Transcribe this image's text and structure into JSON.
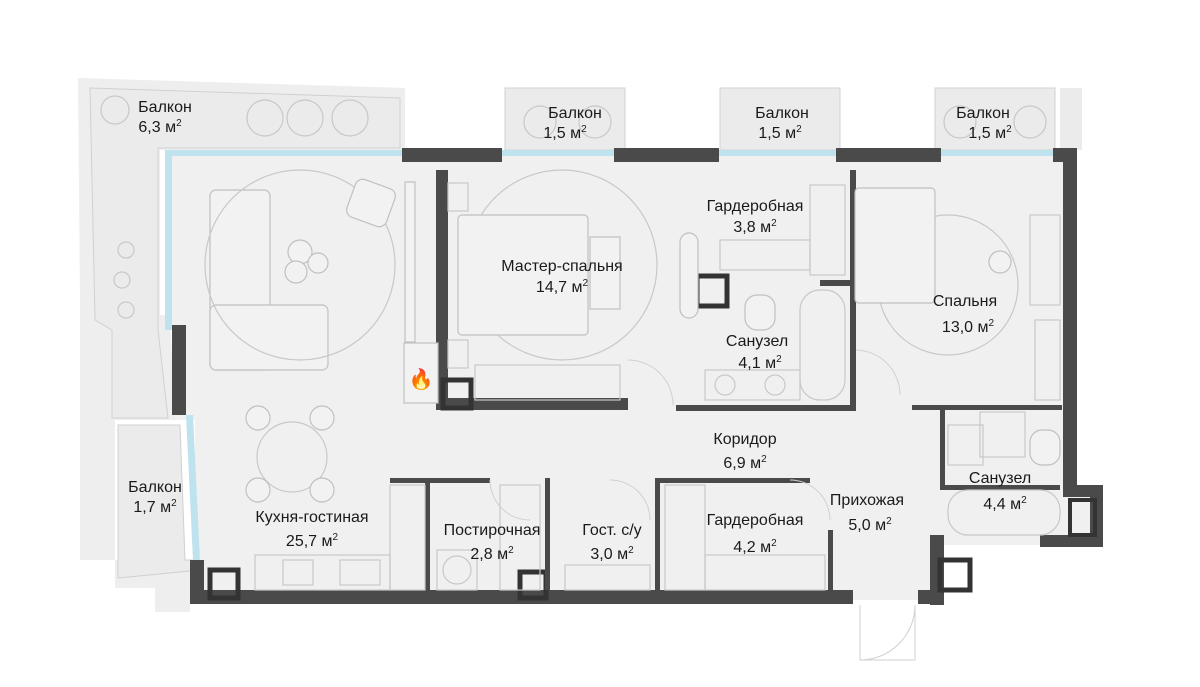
{
  "units": {
    "area_unit": "м",
    "exponent": "2"
  },
  "rooms": [
    {
      "id": "balcony-nw",
      "name": "Балкон",
      "area": "6,3"
    },
    {
      "id": "balcony-1",
      "name": "Балкон",
      "area": "1,5"
    },
    {
      "id": "balcony-2",
      "name": "Балкон",
      "area": "1,5"
    },
    {
      "id": "balcony-3",
      "name": "Балкон",
      "area": "1,5"
    },
    {
      "id": "balcony-w",
      "name": "Балкон",
      "area": "1,7"
    },
    {
      "id": "master-bedroom",
      "name": "Мастер-спальня",
      "area": "14,7"
    },
    {
      "id": "wardrobe-top",
      "name": "Гардеробная",
      "area": "3,8"
    },
    {
      "id": "bedroom",
      "name": "Спальня",
      "area": "13,0"
    },
    {
      "id": "bathroom-1",
      "name": "Санузел",
      "area": "4,1"
    },
    {
      "id": "corridor",
      "name": "Коридор",
      "area": "6,9"
    },
    {
      "id": "bathroom-2",
      "name": "Санузел",
      "area": "4,4"
    },
    {
      "id": "hallway",
      "name": "Прихожая",
      "area": "5,0"
    },
    {
      "id": "kitchen-living",
      "name": "Кухня-гостиная",
      "area": "25,7"
    },
    {
      "id": "laundry",
      "name": "Постирочная",
      "area": "2,8"
    },
    {
      "id": "guest-wc",
      "name": "Гост. с/у",
      "area": "3,0"
    },
    {
      "id": "wardrobe-bottom",
      "name": "Гардеробная",
      "area": "4,2"
    }
  ],
  "colors": {
    "wall": "#4a4a4a",
    "floor": "#f0f0f0",
    "window": "#bfe3ee",
    "fire": "#e8542c"
  },
  "icons": {
    "fireplace": "fire-icon"
  }
}
